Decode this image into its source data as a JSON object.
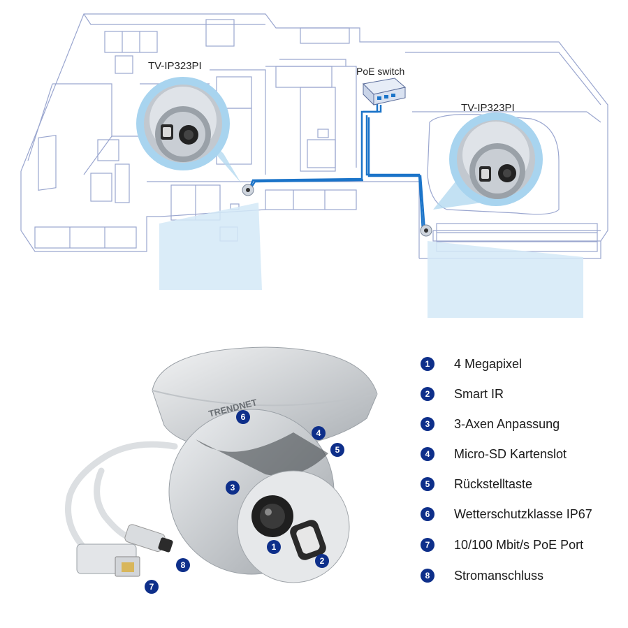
{
  "house": {
    "camera_label_left": "TV-IP323PI",
    "camera_label_right": "TV-IP323PI",
    "switch_label": "PoE switch"
  },
  "camera": {
    "brand": "TRENDNET"
  },
  "features": [
    {
      "num": "1",
      "text": "4 Megapixel"
    },
    {
      "num": "2",
      "text": "Smart IR"
    },
    {
      "num": "3",
      "text": "3-Axen Anpassung"
    },
    {
      "num": "4",
      "text": "Micro-SD Kartenslot"
    },
    {
      "num": "5",
      "text": "Rückstelltaste"
    },
    {
      "num": "6",
      "text": "Wetterschutzklasse IP67"
    },
    {
      "num": "7",
      "text": "10/100 Mbit/s PoE Port"
    },
    {
      "num": "8",
      "text": "Stromanschluss"
    }
  ],
  "callouts": {
    "c1": "1",
    "c2": "2",
    "c3": "3",
    "c4": "4",
    "c5": "5",
    "c6": "6",
    "c7": "7",
    "c8": "8"
  },
  "colors": {
    "wire": "#1b74c9",
    "badge": "#0e2f8a",
    "outline": "#9aa6cf",
    "coverage": "#d3e9f7"
  }
}
